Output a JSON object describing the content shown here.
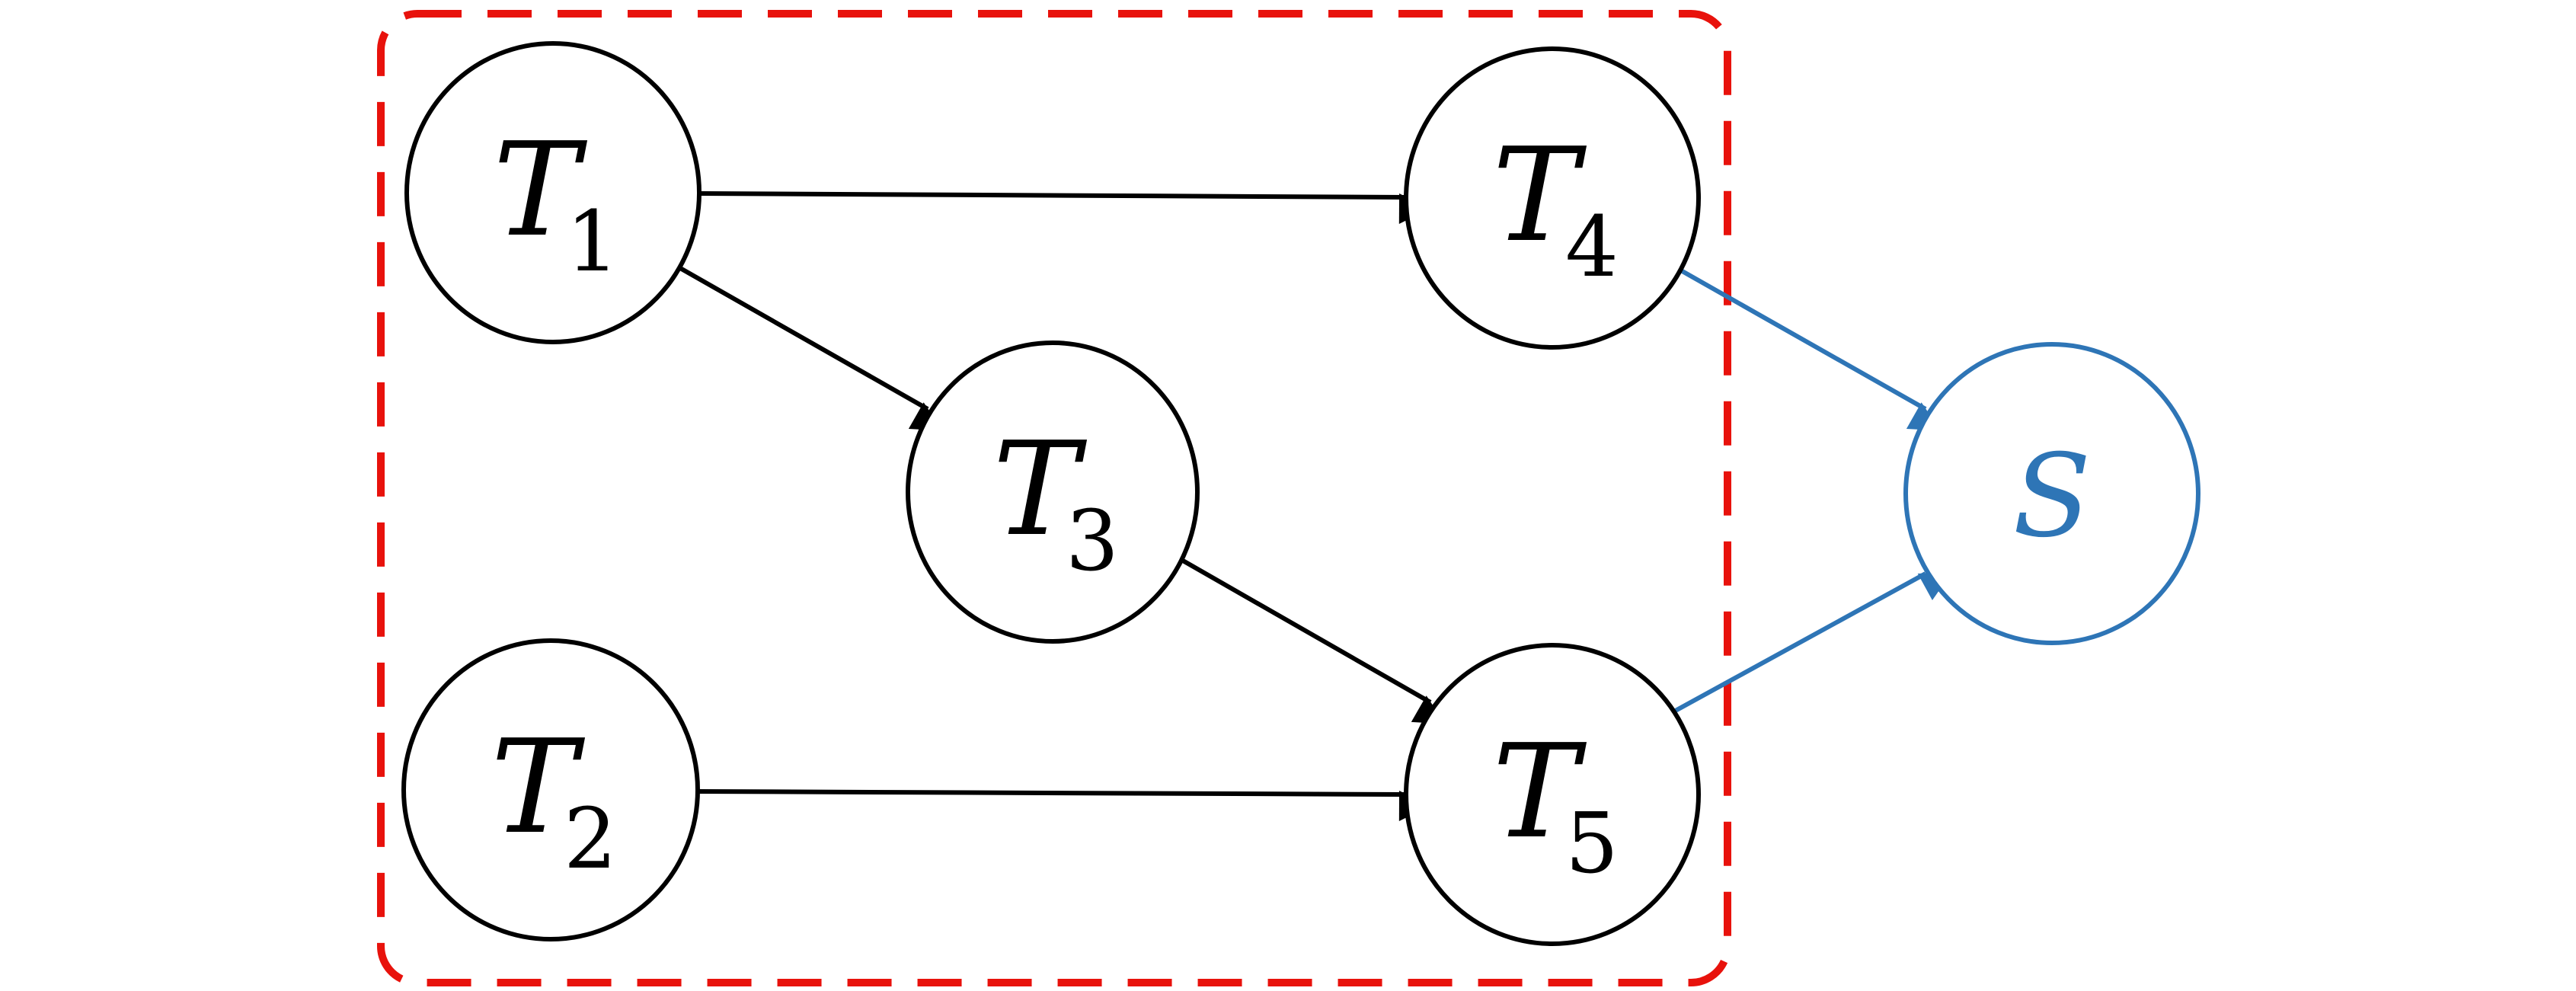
{
  "colors": {
    "node_stroke": "#000000",
    "edge": "#000000",
    "sink": "#2E75B6",
    "group_border": "#E8120C",
    "background": "#FFFFFF"
  },
  "nodes": [
    {
      "id": "T1",
      "base": "T",
      "sub": "1"
    },
    {
      "id": "T2",
      "base": "T",
      "sub": "2"
    },
    {
      "id": "T3",
      "base": "T",
      "sub": "3"
    },
    {
      "id": "T4",
      "base": "T",
      "sub": "4"
    },
    {
      "id": "T5",
      "base": "T",
      "sub": "5"
    },
    {
      "id": "S",
      "base": "S",
      "sub": ""
    }
  ],
  "edges": [
    {
      "from": "T1",
      "to": "T4"
    },
    {
      "from": "T1",
      "to": "T3"
    },
    {
      "from": "T3",
      "to": "T5"
    },
    {
      "from": "T2",
      "to": "T5"
    },
    {
      "from": "T4",
      "to": "S"
    },
    {
      "from": "T5",
      "to": "S"
    }
  ],
  "group": {
    "members": [
      "T1",
      "T2",
      "T3",
      "T4",
      "T5"
    ],
    "style": "dashed"
  }
}
